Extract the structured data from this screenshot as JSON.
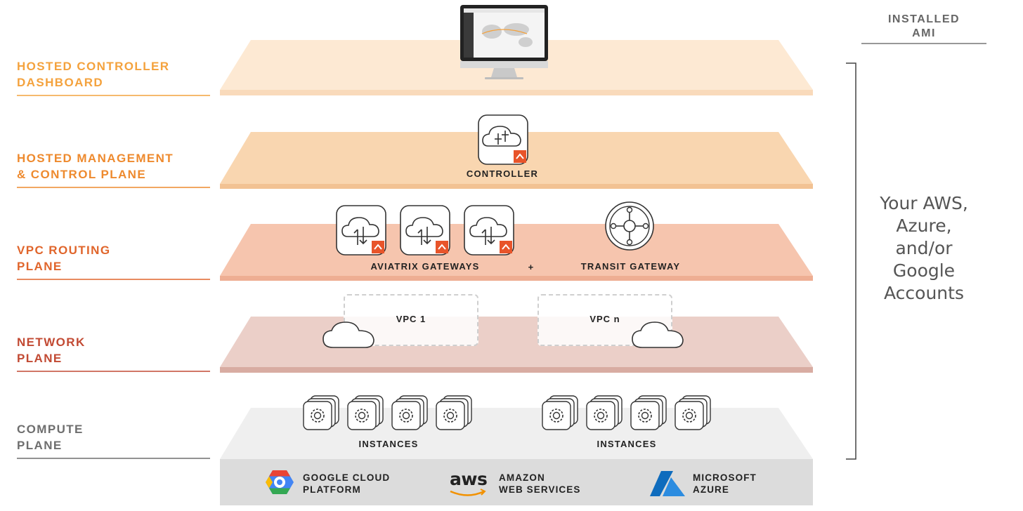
{
  "left_labels": [
    {
      "id": "dashboard",
      "lines": [
        "HOSTED CONTROLLER",
        "DASHBOARD"
      ],
      "color": "#F4A23D"
    },
    {
      "id": "management",
      "lines": [
        "HOSTED MANAGEMENT",
        "& CONTROL PLANE"
      ],
      "color": "#EE8A2E"
    },
    {
      "id": "routing",
      "lines": [
        "VPC ROUTING",
        "PLANE"
      ],
      "color": "#E0652B"
    },
    {
      "id": "network",
      "lines": [
        "NETWORK",
        "PLANE"
      ],
      "color": "#C24A33"
    },
    {
      "id": "compute",
      "lines": [
        "COMPUTE",
        "PLANE"
      ],
      "color": "#6E6E6E"
    }
  ],
  "management": {
    "controller_label": "CONTROLLER"
  },
  "routing": {
    "gateways_label": "AVIATRIX GATEWAYS",
    "plus": "+",
    "transit_label": "TRANSIT GATEWAY"
  },
  "network": {
    "vpc1": "VPC 1",
    "vpcn": "VPC n"
  },
  "compute": {
    "instances_left": "INSTANCES",
    "instances_right": "INSTANCES"
  },
  "providers": {
    "google": [
      "GOOGLE CLOUD",
      "PLATFORM"
    ],
    "aws_logo": "aws",
    "aws": [
      "AMAZON",
      "WEB SERVICES"
    ],
    "azure": [
      "MICROSOFT",
      "AZURE"
    ]
  },
  "right_panel": {
    "installed": [
      "INSTALLED",
      "AMI"
    ],
    "accounts": [
      "Your AWS,",
      "Azure,",
      "and/or",
      "Google",
      "Accounts"
    ]
  },
  "colors": {
    "slab_dashboard": "#FDE9D3",
    "slab_management": "#F9D6B0",
    "slab_routing": "#F6C5AE",
    "slab_network": "#EBCFC8",
    "slab_compute": "#EFEFEF",
    "provider_band": "#DCDCDC",
    "aviatrix_orange": "#E8542A"
  }
}
